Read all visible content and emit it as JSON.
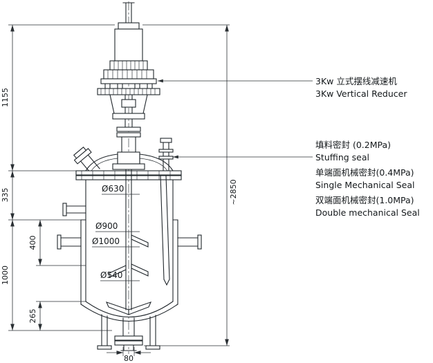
{
  "annotations": {
    "reducer": {
      "cn": "3Kw 立式摆线减速机",
      "en": "3Kw Vertical Reducer"
    },
    "stuffing_seal": {
      "cn": "填料密封 (0.2MPa)",
      "en": "Stuffing seal"
    },
    "single_seal": {
      "cn": "单端面机械密封(0.4MPa)",
      "en": "Single Mechanical Seal"
    },
    "double_seal": {
      "cn": "双端面机械密封(1.0MPa)",
      "en": "Double mechanical Seal"
    }
  },
  "dimensions": {
    "reducer_height": "1155",
    "neck_height": "335",
    "upper_section": "400",
    "body_height": "1000",
    "bottom_section": "265",
    "overall_height": "~2850",
    "outlet_width": "80",
    "dia_head": "Ø630",
    "dia_inner": "Ø900",
    "dia_jacket": "Ø1000",
    "dia_bottom": "Ø540"
  },
  "colors": {
    "line": "#20262b",
    "background": "#ffffff"
  }
}
